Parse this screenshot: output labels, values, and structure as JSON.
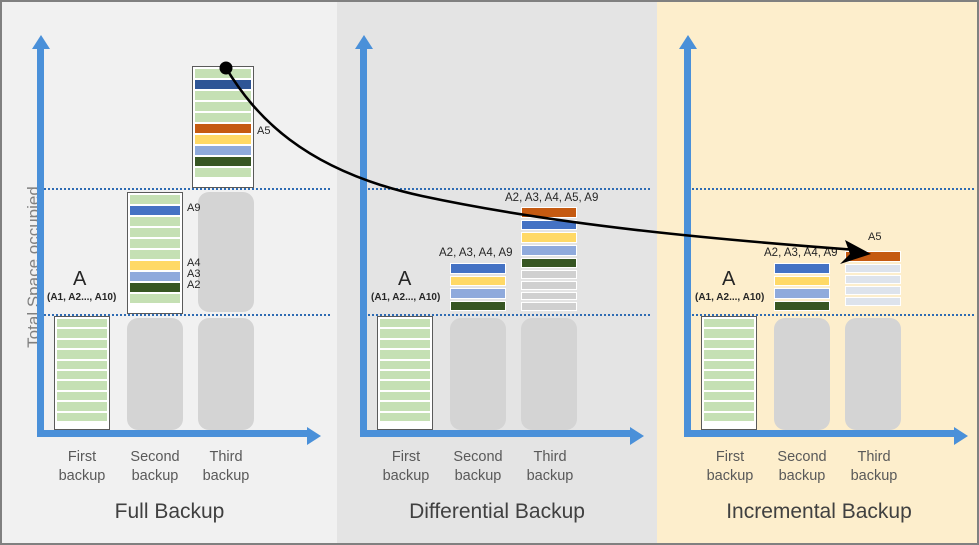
{
  "axis": {
    "y_label": "Total Space occupied"
  },
  "panels": [
    {
      "id": "full",
      "title": "Full Backup",
      "background": "#f1f1f1",
      "x_ticks": [
        "First\nbackup",
        "Second\nbackup",
        "Third\nbackup"
      ],
      "first_bar_label_main": "A",
      "first_bar_label_sub": "(A1, A2..., A10)",
      "bar_tick_labels": [
        "A9",
        "A4",
        "A3",
        "A2"
      ],
      "curve_label": "A5"
    },
    {
      "id": "differential",
      "title": "Differential Backup",
      "background": "#e4e4e4",
      "x_ticks": [
        "First\nbackup",
        "Second\nbackup",
        "Third\nbackup"
      ],
      "first_bar_label_main": "A",
      "first_bar_label_sub": "(A1, A2..., A10)",
      "second_bar_label": "A2, A3, A4, A9",
      "third_bar_label": "A2, A3, A4, A5, A9"
    },
    {
      "id": "incremental",
      "title": "Incremental Backup",
      "background": "#fdeecc",
      "x_ticks": [
        "First\nbackup",
        "Second\nbackup",
        "Third\nbackup"
      ],
      "first_bar_label_main": "A",
      "first_bar_label_sub": "(A1, A2..., A10)",
      "second_bar_label": "A2, A3, A4, A9",
      "third_bar_label": "A5"
    }
  ],
  "colors": {
    "green_light": "#c5e0b4",
    "green_dark": "#375623",
    "blue_medium": "#4472c4",
    "blue_light": "#8faadc",
    "yellow": "#ffd966",
    "orange": "#c55a11",
    "gray": "#d0d0d0",
    "gray_blue": "#dde3ec",
    "ghost": "#d4d4d4",
    "axis": "#4a90d9",
    "gridline": "#2e6bb3"
  },
  "chart_data": {
    "type": "bar",
    "title": "Backup strategies: space occupied over three backups",
    "ylabel": "Total Space occupied",
    "xlabel": "",
    "grid": true,
    "gridline_levels": [
      10,
      20
    ],
    "categories": [
      "First backup",
      "Second backup",
      "Third backup"
    ],
    "panels": [
      {
        "name": "Full Backup",
        "bars": [
          {
            "category": "First backup",
            "total_units": 10,
            "framed": true,
            "segments": [
              {
                "color": "#c5e0b4",
                "units": 1
              },
              {
                "color": "#c5e0b4",
                "units": 1
              },
              {
                "color": "#c5e0b4",
                "units": 1
              },
              {
                "color": "#c5e0b4",
                "units": 1
              },
              {
                "color": "#c5e0b4",
                "units": 1
              },
              {
                "color": "#c5e0b4",
                "units": 1
              },
              {
                "color": "#c5e0b4",
                "units": 1
              },
              {
                "color": "#c5e0b4",
                "units": 1
              },
              {
                "color": "#c5e0b4",
                "units": 1
              },
              {
                "color": "#c5e0b4",
                "units": 1
              }
            ]
          },
          {
            "category": "Second backup",
            "total_units": 20,
            "framed": true,
            "stacked_on_ghost": true,
            "segments": [
              {
                "color": "#c5e0b4",
                "units": 1
              },
              {
                "color": "#4472c4",
                "units": 1,
                "label": "A9"
              },
              {
                "color": "#c5e0b4",
                "units": 1
              },
              {
                "color": "#c5e0b4",
                "units": 1
              },
              {
                "color": "#c5e0b4",
                "units": 1
              },
              {
                "color": "#c5e0b4",
                "units": 1
              },
              {
                "color": "#ffd966",
                "units": 1,
                "label": "A4"
              },
              {
                "color": "#8faadc",
                "units": 1,
                "label": "A3"
              },
              {
                "color": "#375623",
                "units": 1,
                "label": "A2"
              },
              {
                "color": "#c5e0b4",
                "units": 1
              }
            ]
          },
          {
            "category": "Third backup",
            "total_units": 30,
            "framed": true,
            "stacked_on_ghost": true,
            "segments": [
              {
                "color": "#c5e0b4",
                "units": 1
              },
              {
                "color": "#2e5596",
                "units": 1
              },
              {
                "color": "#c5e0b4",
                "units": 1
              },
              {
                "color": "#c5e0b4",
                "units": 1
              },
              {
                "color": "#c5e0b4",
                "units": 1
              },
              {
                "color": "#c55a11",
                "units": 1,
                "label": "A5"
              },
              {
                "color": "#ffd966",
                "units": 1
              },
              {
                "color": "#8faadc",
                "units": 1
              },
              {
                "color": "#375623",
                "units": 1
              },
              {
                "color": "#c5e0b4",
                "units": 1
              }
            ]
          }
        ]
      },
      {
        "name": "Differential Backup",
        "bars": [
          {
            "category": "First backup",
            "total_units": 10,
            "framed": true,
            "segments": [
              {
                "color": "#c5e0b4",
                "units": 10,
                "striped": true
              }
            ]
          },
          {
            "category": "Second backup",
            "total_units": 14,
            "framed": false,
            "segments": [
              {
                "color": "#4472c4",
                "units": 1
              },
              {
                "color": "#ffd966",
                "units": 1
              },
              {
                "color": "#8faadc",
                "units": 1
              },
              {
                "color": "#375623",
                "units": 1
              }
            ]
          },
          {
            "category": "Third backup",
            "total_units": 19,
            "framed": false,
            "segments": [
              {
                "color": "#c55a11",
                "units": 1
              },
              {
                "color": "#4472c4",
                "units": 1
              },
              {
                "color": "#ffd966",
                "units": 1
              },
              {
                "color": "#8faadc",
                "units": 1
              },
              {
                "color": "#375623",
                "units": 1
              },
              {
                "color": "#d0d0d0",
                "units": 1
              },
              {
                "color": "#d0d0d0",
                "units": 1
              },
              {
                "color": "#d0d0d0",
                "units": 1
              },
              {
                "color": "#d0d0d0",
                "units": 1
              }
            ]
          }
        ]
      },
      {
        "name": "Incremental Backup",
        "bars": [
          {
            "category": "First backup",
            "total_units": 10,
            "framed": true,
            "segments": [
              {
                "color": "#c5e0b4",
                "units": 10,
                "striped": true
              }
            ]
          },
          {
            "category": "Second backup",
            "total_units": 14,
            "framed": false,
            "segments": [
              {
                "color": "#4472c4",
                "units": 1
              },
              {
                "color": "#ffd966",
                "units": 1
              },
              {
                "color": "#8faadc",
                "units": 1
              },
              {
                "color": "#375623",
                "units": 1
              }
            ]
          },
          {
            "category": "Third backup",
            "total_units": 15,
            "framed": false,
            "segments": [
              {
                "color": "#c55a11",
                "units": 1,
                "label": "A5"
              },
              {
                "color": "#dde3ec",
                "units": 1
              },
              {
                "color": "#dde3ec",
                "units": 1
              },
              {
                "color": "#dde3ec",
                "units": 1
              },
              {
                "color": "#dde3ec",
                "units": 1
              }
            ]
          }
        ]
      }
    ],
    "annotation": {
      "type": "curved-arrow",
      "from_label": "A5",
      "from_panel": "Full Backup",
      "to_label": "A5",
      "to_panel": "Incremental Backup"
    }
  }
}
